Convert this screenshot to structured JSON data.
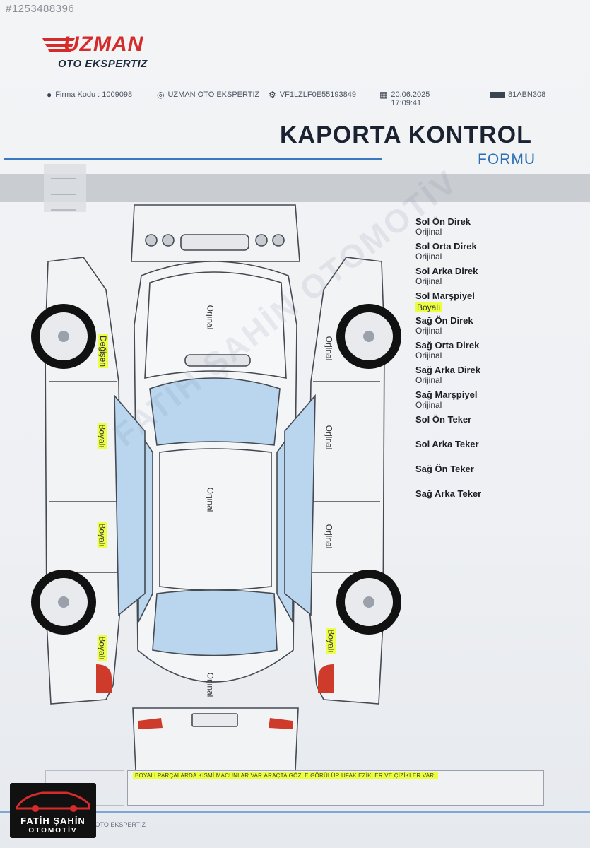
{
  "listing_id": "#1253488396",
  "logo": {
    "brand": "UZMAN",
    "sub": "OTO EKSPERTIZ"
  },
  "info": {
    "firm_code": "Firma Kodu : 1009098",
    "company": "UZMAN OTO EKSPERTIZ",
    "vin": "VF1LZLF0E55193849",
    "date": "20.06.2025",
    "time": "17:09:41",
    "plate": "81ABN308"
  },
  "title": {
    "main": "KAPORTA KONTROL",
    "sub": "FORMU"
  },
  "diagram_labels": {
    "hood": "Orjinal",
    "roof": "Orjinal",
    "trunk": "Orjinal",
    "left_front_fender": "Değişen",
    "left_front_door": "Boyalı",
    "left_rear_door": "Boyalı",
    "left_rear_fender": "Boyalı",
    "right_front_fender": "Orjinal",
    "right_front_door": "Orjinal",
    "right_rear_door": "Orjinal",
    "right_rear_fender": "Boyalı"
  },
  "legend": [
    {
      "name": "Sol Ön Direk",
      "value": "Orijinal",
      "highlight": false
    },
    {
      "name": "Sol Orta Direk",
      "value": "Orijinal",
      "highlight": false
    },
    {
      "name": "Sol Arka Direk",
      "value": "Orijinal",
      "highlight": false
    },
    {
      "name": "Sol Marşpiyel",
      "value": "Boyalı",
      "highlight": true
    },
    {
      "name": "Sağ Ön Direk",
      "value": "Orijinal",
      "highlight": false
    },
    {
      "name": "Sağ Orta Direk",
      "value": "Orijinal",
      "highlight": false
    },
    {
      "name": "Sağ Arka Direk",
      "value": "Orijinal",
      "highlight": false
    },
    {
      "name": "Sağ Marşpiyel",
      "value": "Orijinal",
      "highlight": false
    },
    {
      "name": "Sol Ön Teker",
      "value": "",
      "highlight": false
    },
    {
      "name": "Sol Arka Teker",
      "value": "",
      "highlight": false
    },
    {
      "name": "Sağ Ön Teker",
      "value": "",
      "highlight": false
    },
    {
      "name": "Sağ Arka Teker",
      "value": "",
      "highlight": false
    }
  ],
  "notes": "BOYALI PARÇALARDA KISMİ MACUNLAR VAR.ARAÇTA GÖZLE GÖRÜLÜR UFAK EZİKLER VE ÇİZİKLER VAR.",
  "footer": "UZMAN OTO EKSPERTIZ",
  "dealer": {
    "name": "FATİH ŞAHİN",
    "sub": "OTOMOTİV"
  },
  "watermark": "FATİH ŞAHİN OTOMOTİV",
  "colors": {
    "brand_red": "#d62b2b",
    "accent_blue": "#2c6fb5",
    "highlight": "#ebff28",
    "glass": "#b9d6ee"
  }
}
